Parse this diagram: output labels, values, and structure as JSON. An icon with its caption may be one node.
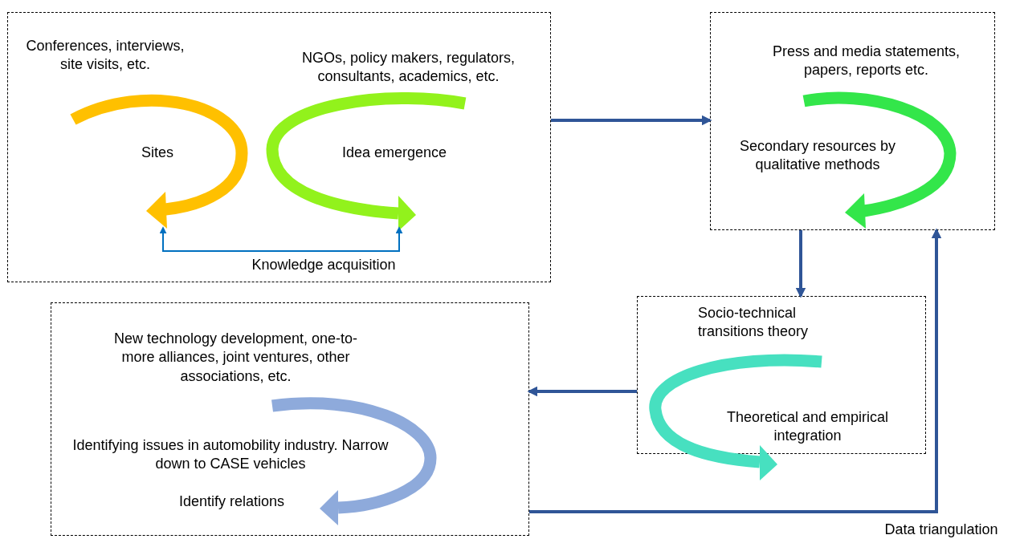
{
  "diagram": {
    "nodes": [
      {
        "text": [],
        "shape": "box"
      },
      {
        "text": [
          "Conferences, interviews, site visits, etc.",
          "Sites"
        ],
        "in": 0
      },
      {
        "text": [
          "NGOs, policy makers, regulators, consultants, academics, etc.",
          "Idea emergence"
        ],
        "in": 0
      },
      {
        "text": [
          "Press and media statements, papers, reports etc.",
          "Secondary resources by qualitative methods"
        ]
      },
      {
        "text": [
          "Socio-technical transitions theory",
          "Theoretical and empirical integration"
        ]
      },
      {
        "text": [
          "New technology development, one-to-more alliances, joint ventures, other associations, etc.",
          "Identifying issues in automobility industry. Narrow down to CASE vehicles",
          "Identify relations"
        ]
      }
    ],
    "edges": [
      {
        "from": 1,
        "to": 2,
        "arrow": "both",
        "label": "Knowledge acquisition",
        "color": "#0070c0"
      },
      {
        "from": 0,
        "to": 3,
        "arrow": "to"
      },
      {
        "from": 3,
        "to": 4,
        "arrow": "to"
      },
      {
        "from": 4,
        "to": 5,
        "arrow": "to"
      },
      {
        "from": 5,
        "to": 3,
        "arrow": "to",
        "label": "Data triangulation"
      }
    ]
  }
}
